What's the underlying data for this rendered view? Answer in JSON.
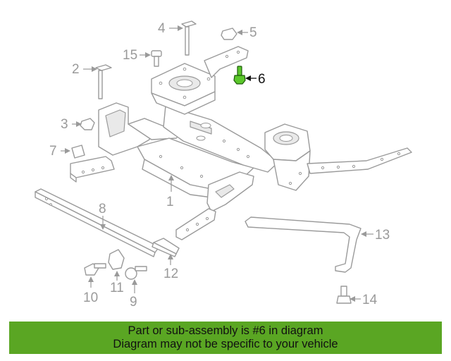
{
  "diagram": {
    "highlighted_part": "6",
    "callouts": {
      "c1": "1",
      "c2": "2",
      "c3": "3",
      "c4": "4",
      "c5": "5",
      "c6": "6",
      "c7": "7",
      "c8": "8",
      "c9": "9",
      "c10": "10",
      "c11": "11",
      "c12": "12",
      "c13": "13",
      "c14": "14",
      "c15": "15"
    }
  },
  "banner": {
    "line1": "Part or sub-assembly is #6 in diagram",
    "line2": "Diagram may not be specific to your vehicle"
  },
  "colors": {
    "highlight": "#5bc72b",
    "banner_bg": "#5aa623",
    "line_art": "#9a9a9a"
  }
}
